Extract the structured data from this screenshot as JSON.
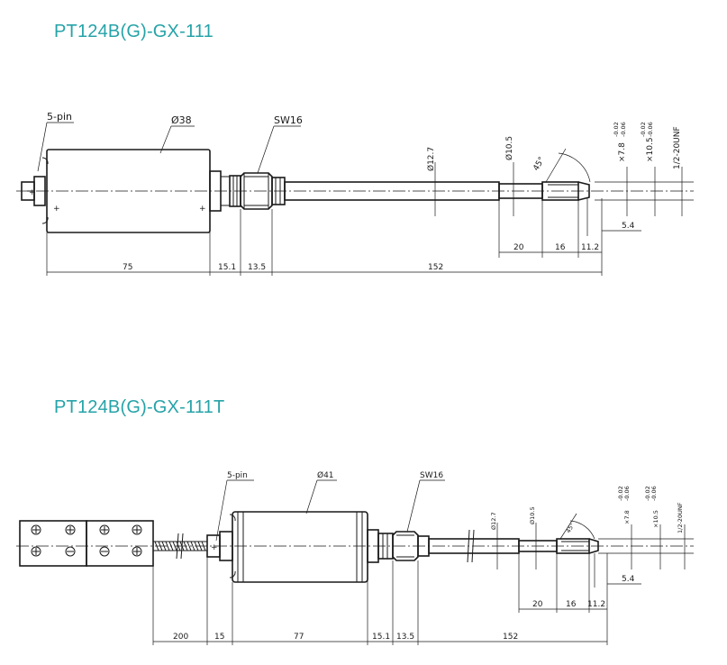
{
  "drawing1": {
    "title": "PT124B(G)-GX-111",
    "labels": {
      "pin": "5-pin",
      "body_dia": "Ø38",
      "wrench": "SW16",
      "stem_dia": "Ø12.7",
      "tip_dia": "Ø10.5",
      "tol_upper": "-0.02",
      "tol_lower": "-0.06",
      "dia_small": "×7.8",
      "dia_large": "×10.5",
      "thread": "1/2-20UNF",
      "angle": "45°",
      "groove": "5.4"
    },
    "dims": [
      "75",
      "15.1",
      "13.5",
      "152",
      "20",
      "16",
      "11.2"
    ]
  },
  "drawing2": {
    "title": "PT124B(G)-GX-111T",
    "labels": {
      "pin": "5-pin",
      "body_dia": "Ø41",
      "wrench": "SW16",
      "stem_dia": "Ø12.7",
      "tip_dia": "Ø10.5",
      "tol_upper": "-0.02",
      "tol_lower": "-0.06",
      "dia_small": "×7.8",
      "dia_large": "×10.5",
      "thread": "1/2-20UNF",
      "angle": "45°",
      "groove": "5.4"
    },
    "dims": [
      "200",
      "15",
      "77",
      "15.1",
      "13.5",
      "152",
      "20",
      "16",
      "11.2"
    ]
  }
}
